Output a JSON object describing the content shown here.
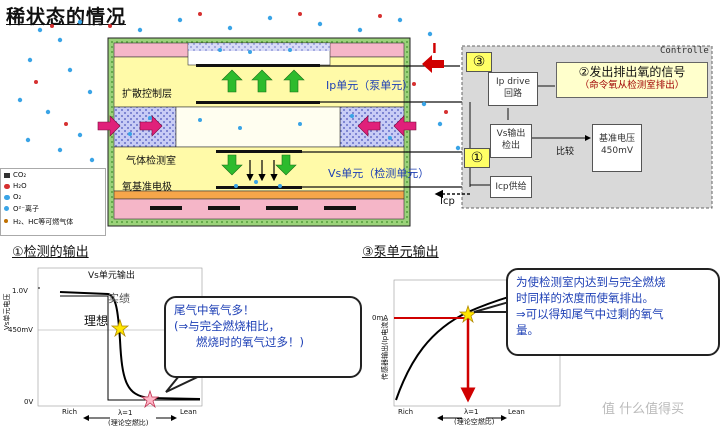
{
  "title": "稀状态的情况",
  "sensor": {
    "label_diffusion": "扩散控制层",
    "label_ip": "Ip单元（泵单元）",
    "label_vs": "Vs单元（检测单元）",
    "label_chamber": "气体检测室",
    "label_ref": "氧基准电极",
    "current_I": "I",
    "label_icp": "Icp"
  },
  "legend": {
    "items": [
      "CO₂",
      "H₂O",
      "O₂",
      "O²⁻离子",
      "H₂、HC等可燃气体"
    ]
  },
  "controller": {
    "title": "Controlle",
    "num3": "③",
    "num1": "①",
    "signal_line1": "②发出排出氧的信号",
    "signal_line2": "（命令氧从检测室排出）",
    "ip_drive": [
      "Ip drive",
      "回路"
    ],
    "vs_detect": [
      "Vs输出",
      "检出"
    ],
    "compare": "比较",
    "ref_voltage": [
      "基准电压",
      "450mV"
    ],
    "icp_supply": "Icp供给"
  },
  "left_chart": {
    "section": "①检测的输出",
    "title": "Vs单元输出",
    "ylabel": "Vs单元电压",
    "ticks": [
      "1.0V",
      "450mV",
      "0V"
    ],
    "label_actual": "实绩",
    "label_ideal": "理想",
    "x_left": "Rich",
    "x_right": "Lean",
    "lambda": "λ=1",
    "lambda_sub": "(理论空燃比)",
    "bubble": [
      "尾气中氧气多！",
      "(⇒与完全燃烧相比，",
      "燃烧时的氧气过多！)"
    ]
  },
  "right_chart": {
    "section": "③泵单元输出",
    "ylabel": "传感器输出(Ip电流)",
    "tick_0ma": "0mA",
    "x_left": "Rich",
    "x_right": "Lean",
    "lambda": "λ=1",
    "lambda_sub": "(理论空燃比)",
    "bubble": [
      "为使检测室内达到与完全燃烧",
      "时同样的浓度而使氧排出。",
      "⇒可以得知尾气中过剩的氧气",
      "量。"
    ]
  },
  "watermark": "值 什么值得买"
}
